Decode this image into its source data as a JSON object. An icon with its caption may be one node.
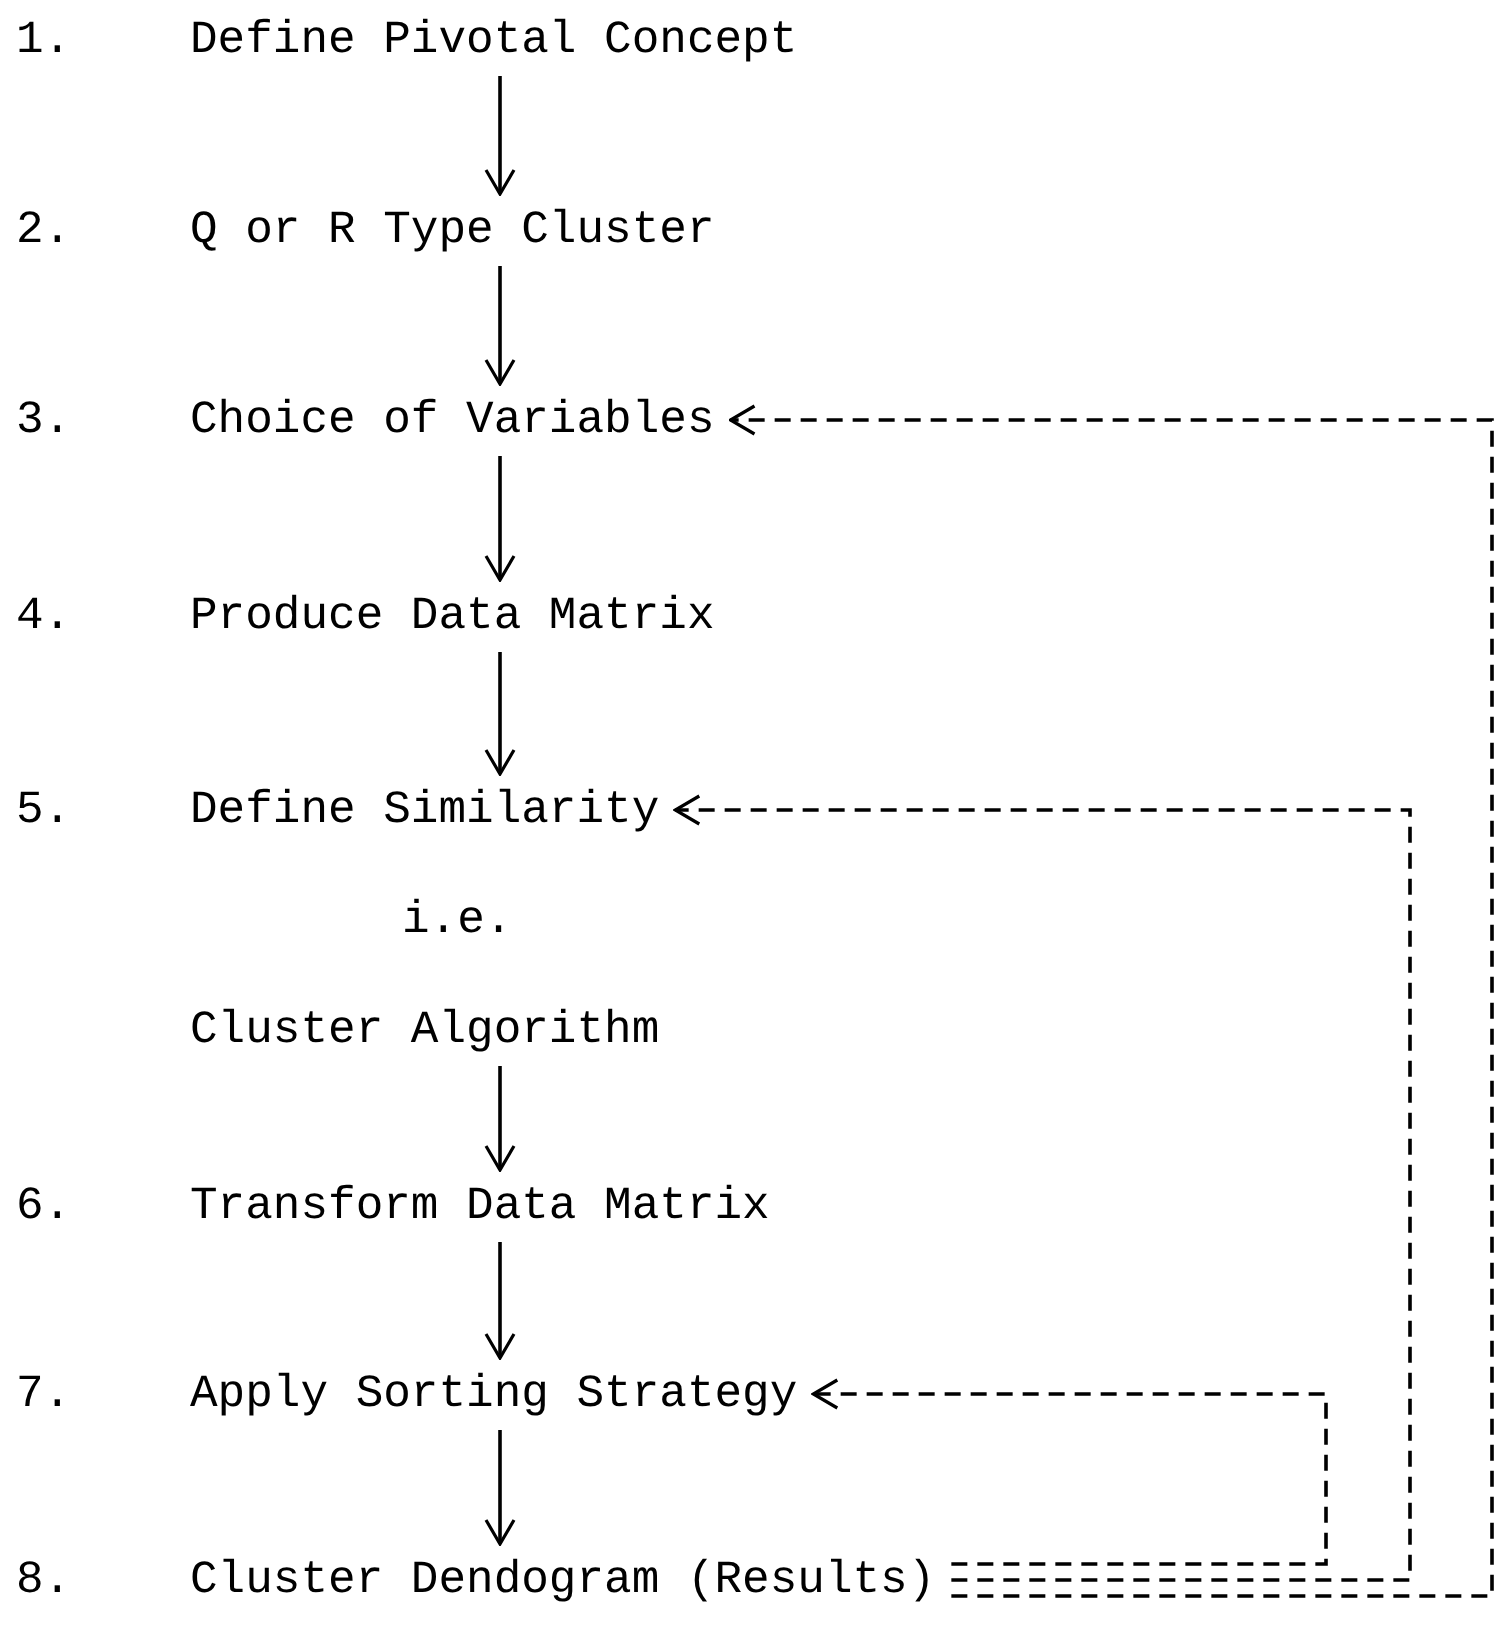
{
  "diagram": {
    "nodes": [
      {
        "text": [
          "1.",
          "Define Pivotal Concept"
        ]
      },
      {
        "text": [
          "2.",
          "Q or R Type Cluster"
        ]
      },
      {
        "text": [
          "3.",
          "Choice of Variables"
        ]
      },
      {
        "text": [
          "4.",
          "Produce Data Matrix"
        ]
      },
      {
        "text": [
          "5.",
          "Define Similarity",
          "i.e.",
          "Cluster Algorithm"
        ]
      },
      {
        "text": [
          "6.",
          "Transform Data Matrix"
        ]
      },
      {
        "text": [
          "7.",
          "Apply Sorting Strategy"
        ]
      },
      {
        "text": [
          "8.",
          "Cluster Dendogram (Results)"
        ]
      }
    ],
    "edges": [
      {
        "from": 0,
        "to": 1,
        "arrow": "to"
      },
      {
        "from": 1,
        "to": 2,
        "arrow": "to"
      },
      {
        "from": 2,
        "to": 3,
        "arrow": "to"
      },
      {
        "from": 3,
        "to": 4,
        "arrow": "to"
      },
      {
        "from": 4,
        "to": 5,
        "arrow": "to"
      },
      {
        "from": 5,
        "to": 6,
        "arrow": "to"
      },
      {
        "from": 6,
        "to": 7,
        "arrow": "to"
      },
      {
        "from": 7,
        "to": 6,
        "arrow": "to",
        "style": "dashed"
      },
      {
        "from": 7,
        "to": 4,
        "arrow": "to",
        "style": "dashed"
      },
      {
        "from": 7,
        "to": 2,
        "arrow": "to",
        "style": "dashed"
      }
    ]
  }
}
